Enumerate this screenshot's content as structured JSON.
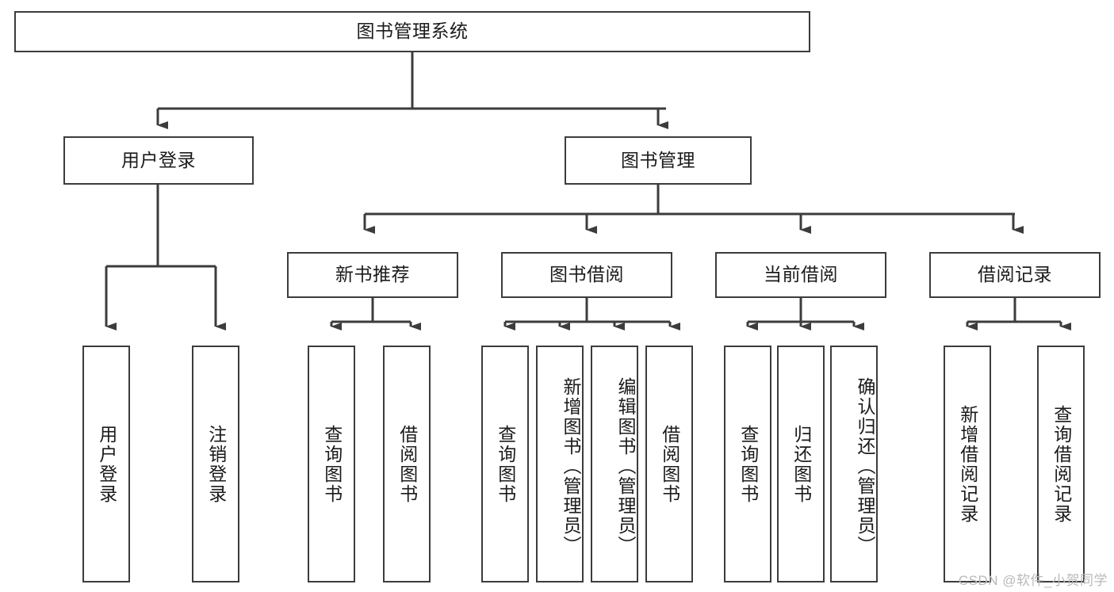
{
  "diagram": {
    "title": "图书管理系统",
    "watermark": "CSDN @软件_小贺同学",
    "line_color": "#3c3c3c",
    "box_fill": "#ffffff",
    "text_color": "#1b1b1b",
    "root": {
      "label": "图书管理系统"
    },
    "level2": [
      {
        "label": "用户登录"
      },
      {
        "label": "图书管理"
      }
    ],
    "level3": [
      {
        "label": "新书推荐"
      },
      {
        "label": "图书借阅"
      },
      {
        "label": "当前借阅"
      },
      {
        "label": "借阅记录"
      }
    ],
    "leaves": {
      "user_login": [
        {
          "label": "用户登录"
        },
        {
          "label": "注销登录"
        }
      ],
      "new_book_recommend": [
        {
          "label": "查询图书"
        },
        {
          "label": "借阅图书"
        }
      ],
      "book_borrow": [
        {
          "label": "查询图书"
        },
        {
          "label": "新增图书（管理员）"
        },
        {
          "label": "编辑图书（管理员）"
        },
        {
          "label": "借阅图书"
        }
      ],
      "current_borrow": [
        {
          "label": "查询图书"
        },
        {
          "label": "归还图书"
        },
        {
          "label": "确认归还（管理员）"
        }
      ],
      "borrow_record": [
        {
          "label": "新增借阅记录"
        },
        {
          "label": "查询借阅记录"
        }
      ]
    }
  }
}
